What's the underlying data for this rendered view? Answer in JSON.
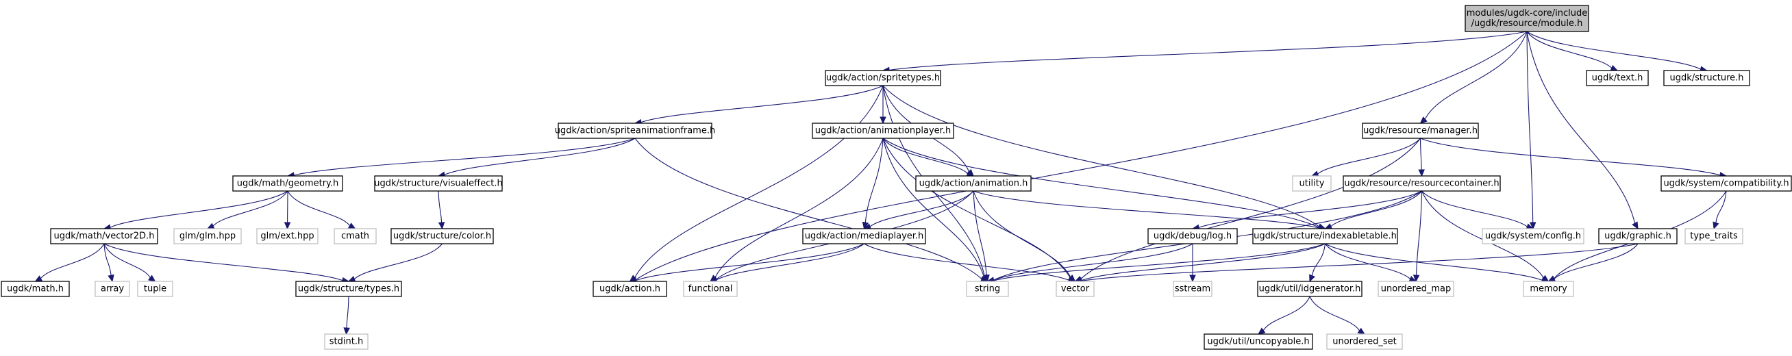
{
  "colors": {
    "edge": "#191970",
    "node_border": "#000000",
    "external_border": "#bfbfbf",
    "root_fill": "#bfbfbf",
    "node_fill": "#ffffff",
    "text": "#000000"
  },
  "nodes": [
    {
      "id": "root",
      "lines": [
        "modules/ugdk-core/include",
        "/ugdk/resource/module.h"
      ],
      "kind": "root"
    },
    {
      "id": "spritetypes",
      "lines": [
        "ugdk/action/spritetypes.h"
      ],
      "kind": "node"
    },
    {
      "id": "text",
      "lines": [
        "ugdk/text.h"
      ],
      "kind": "node"
    },
    {
      "id": "structure",
      "lines": [
        "ugdk/structure.h"
      ],
      "kind": "node"
    },
    {
      "id": "spriteanimationframe",
      "lines": [
        "ugdk/action/spriteanimationframe.h"
      ],
      "kind": "node"
    },
    {
      "id": "animationplayer",
      "lines": [
        "ugdk/action/animationplayer.h"
      ],
      "kind": "node"
    },
    {
      "id": "manager",
      "lines": [
        "ugdk/resource/manager.h"
      ],
      "kind": "node"
    },
    {
      "id": "geometry",
      "lines": [
        "ugdk/math/geometry.h"
      ],
      "kind": "node"
    },
    {
      "id": "visualeffect",
      "lines": [
        "ugdk/structure/visualeffect.h"
      ],
      "kind": "node"
    },
    {
      "id": "animation",
      "lines": [
        "ugdk/action/animation.h"
      ],
      "kind": "node"
    },
    {
      "id": "utility",
      "lines": [
        "utility"
      ],
      "kind": "external"
    },
    {
      "id": "resourcecontainer",
      "lines": [
        "ugdk/resource/resourcecontainer.h"
      ],
      "kind": "node"
    },
    {
      "id": "compatibility",
      "lines": [
        "ugdk/system/compatibility.h"
      ],
      "kind": "node"
    },
    {
      "id": "vector2d",
      "lines": [
        "ugdk/math/vector2D.h"
      ],
      "kind": "node"
    },
    {
      "id": "glm",
      "lines": [
        "glm/glm.hpp"
      ],
      "kind": "external"
    },
    {
      "id": "glmext",
      "lines": [
        "glm/ext.hpp"
      ],
      "kind": "external"
    },
    {
      "id": "cmath",
      "lines": [
        "cmath"
      ],
      "kind": "external"
    },
    {
      "id": "color",
      "lines": [
        "ugdk/structure/color.h"
      ],
      "kind": "node"
    },
    {
      "id": "mediaplayer",
      "lines": [
        "ugdk/action/mediaplayer.h"
      ],
      "kind": "node"
    },
    {
      "id": "log",
      "lines": [
        "ugdk/debug/log.h"
      ],
      "kind": "node"
    },
    {
      "id": "indexabletable",
      "lines": [
        "ugdk/structure/indexabletable.h"
      ],
      "kind": "node"
    },
    {
      "id": "config",
      "lines": [
        "ugdk/system/config.h"
      ],
      "kind": "external"
    },
    {
      "id": "graphic",
      "lines": [
        "ugdk/graphic.h"
      ],
      "kind": "node"
    },
    {
      "id": "type_traits",
      "lines": [
        "type_traits"
      ],
      "kind": "external"
    },
    {
      "id": "math",
      "lines": [
        "ugdk/math.h"
      ],
      "kind": "node"
    },
    {
      "id": "array",
      "lines": [
        "array"
      ],
      "kind": "external"
    },
    {
      "id": "tuple",
      "lines": [
        "tuple"
      ],
      "kind": "external"
    },
    {
      "id": "types",
      "lines": [
        "ugdk/structure/types.h"
      ],
      "kind": "node"
    },
    {
      "id": "action",
      "lines": [
        "ugdk/action.h"
      ],
      "kind": "node"
    },
    {
      "id": "functional",
      "lines": [
        "functional"
      ],
      "kind": "external"
    },
    {
      "id": "string",
      "lines": [
        "string"
      ],
      "kind": "external"
    },
    {
      "id": "vector",
      "lines": [
        "vector"
      ],
      "kind": "external"
    },
    {
      "id": "sstream",
      "lines": [
        "sstream"
      ],
      "kind": "external"
    },
    {
      "id": "unordered_map",
      "lines": [
        "unordered_map"
      ],
      "kind": "external"
    },
    {
      "id": "memory",
      "lines": [
        "memory"
      ],
      "kind": "external"
    },
    {
      "id": "idgenerator",
      "lines": [
        "ugdk/util/idgenerator.h"
      ],
      "kind": "node"
    },
    {
      "id": "stdint",
      "lines": [
        "stdint.h"
      ],
      "kind": "external"
    },
    {
      "id": "uncopyable",
      "lines": [
        "ugdk/util/uncopyable.h"
      ],
      "kind": "node"
    },
    {
      "id": "unordered_set",
      "lines": [
        "unordered_set"
      ],
      "kind": "external"
    }
  ],
  "edges": [
    [
      "root",
      "action"
    ],
    [
      "root",
      "spritetypes"
    ],
    [
      "root",
      "text"
    ],
    [
      "root",
      "structure"
    ],
    [
      "root",
      "manager"
    ],
    [
      "root",
      "config"
    ],
    [
      "root",
      "graphic"
    ],
    [
      "spritetypes",
      "spriteanimationframe"
    ],
    [
      "spritetypes",
      "animationplayer"
    ],
    [
      "spritetypes",
      "animation"
    ],
    [
      "spritetypes",
      "indexabletable"
    ],
    [
      "spritetypes",
      "action"
    ],
    [
      "spritetypes",
      "string"
    ],
    [
      "spriteanimationframe",
      "geometry"
    ],
    [
      "spriteanimationframe",
      "visualeffect"
    ],
    [
      "spriteanimationframe",
      "string"
    ],
    [
      "animationplayer",
      "animation"
    ],
    [
      "animationplayer",
      "mediaplayer"
    ],
    [
      "animationplayer",
      "indexabletable"
    ],
    [
      "animationplayer",
      "functional"
    ],
    [
      "animationplayer",
      "string"
    ],
    [
      "animationplayer",
      "vector"
    ],
    [
      "manager",
      "utility"
    ],
    [
      "manager",
      "resourcecontainer"
    ],
    [
      "manager",
      "compatibility"
    ],
    [
      "manager",
      "vector"
    ],
    [
      "geometry",
      "vector2d"
    ],
    [
      "geometry",
      "glm"
    ],
    [
      "geometry",
      "glmext"
    ],
    [
      "geometry",
      "cmath"
    ],
    [
      "visualeffect",
      "color"
    ],
    [
      "animation",
      "mediaplayer"
    ],
    [
      "animation",
      "indexabletable"
    ],
    [
      "animation",
      "functional"
    ],
    [
      "animation",
      "string"
    ],
    [
      "animation",
      "vector"
    ],
    [
      "resourcecontainer",
      "log"
    ],
    [
      "resourcecontainer",
      "indexabletable"
    ],
    [
      "resourcecontainer",
      "config"
    ],
    [
      "resourcecontainer",
      "unordered_map"
    ],
    [
      "resourcecontainer",
      "memory"
    ],
    [
      "resourcecontainer",
      "string"
    ],
    [
      "compatibility",
      "type_traits"
    ],
    [
      "compatibility",
      "memory"
    ],
    [
      "vector2d",
      "math"
    ],
    [
      "vector2d",
      "array"
    ],
    [
      "vector2d",
      "tuple"
    ],
    [
      "vector2d",
      "types"
    ],
    [
      "color",
      "types"
    ],
    [
      "types",
      "stdint"
    ],
    [
      "mediaplayer",
      "action"
    ],
    [
      "mediaplayer",
      "functional"
    ],
    [
      "mediaplayer",
      "vector"
    ],
    [
      "log",
      "string"
    ],
    [
      "log",
      "sstream"
    ],
    [
      "indexabletable",
      "idgenerator"
    ],
    [
      "indexabletable",
      "unordered_map"
    ],
    [
      "indexabletable",
      "memory"
    ],
    [
      "indexabletable",
      "string"
    ],
    [
      "indexabletable",
      "vector"
    ],
    [
      "graphic",
      "vector"
    ],
    [
      "graphic",
      "memory"
    ],
    [
      "idgenerator",
      "uncopyable"
    ],
    [
      "idgenerator",
      "unordered_set"
    ]
  ]
}
